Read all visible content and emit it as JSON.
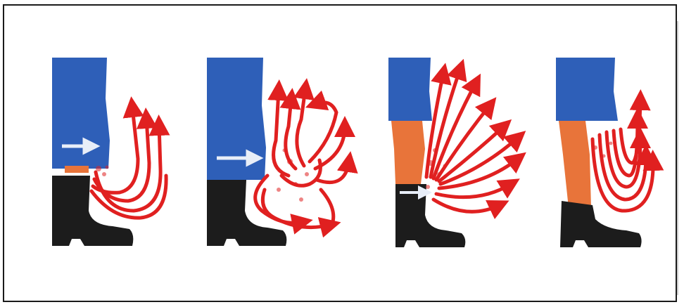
{
  "figure": {
    "panels": [
      {
        "id": "panel-1",
        "flow_pattern": "curl-up-behind",
        "leg": "trouser-to-boot",
        "inlet_arrow": true
      },
      {
        "id": "panel-2",
        "flow_pattern": "vortex-spiral",
        "leg": "trouser-to-boot",
        "inlet_arrow": true
      },
      {
        "id": "panel-3",
        "flow_pattern": "fan-out-upward",
        "leg": "skin-gap",
        "inlet_arrow": true
      },
      {
        "id": "panel-4",
        "flow_pattern": "u-loop-behind",
        "leg": "skin-gap",
        "inlet_arrow": false
      }
    ],
    "colors": {
      "trouser": "#2e5fb8",
      "skin": "#e8743a",
      "boot": "#1c1c1c",
      "airflow": "#e02020",
      "inlet_arrow": "#e8eef8",
      "frame": "#1a1a1a"
    }
  }
}
